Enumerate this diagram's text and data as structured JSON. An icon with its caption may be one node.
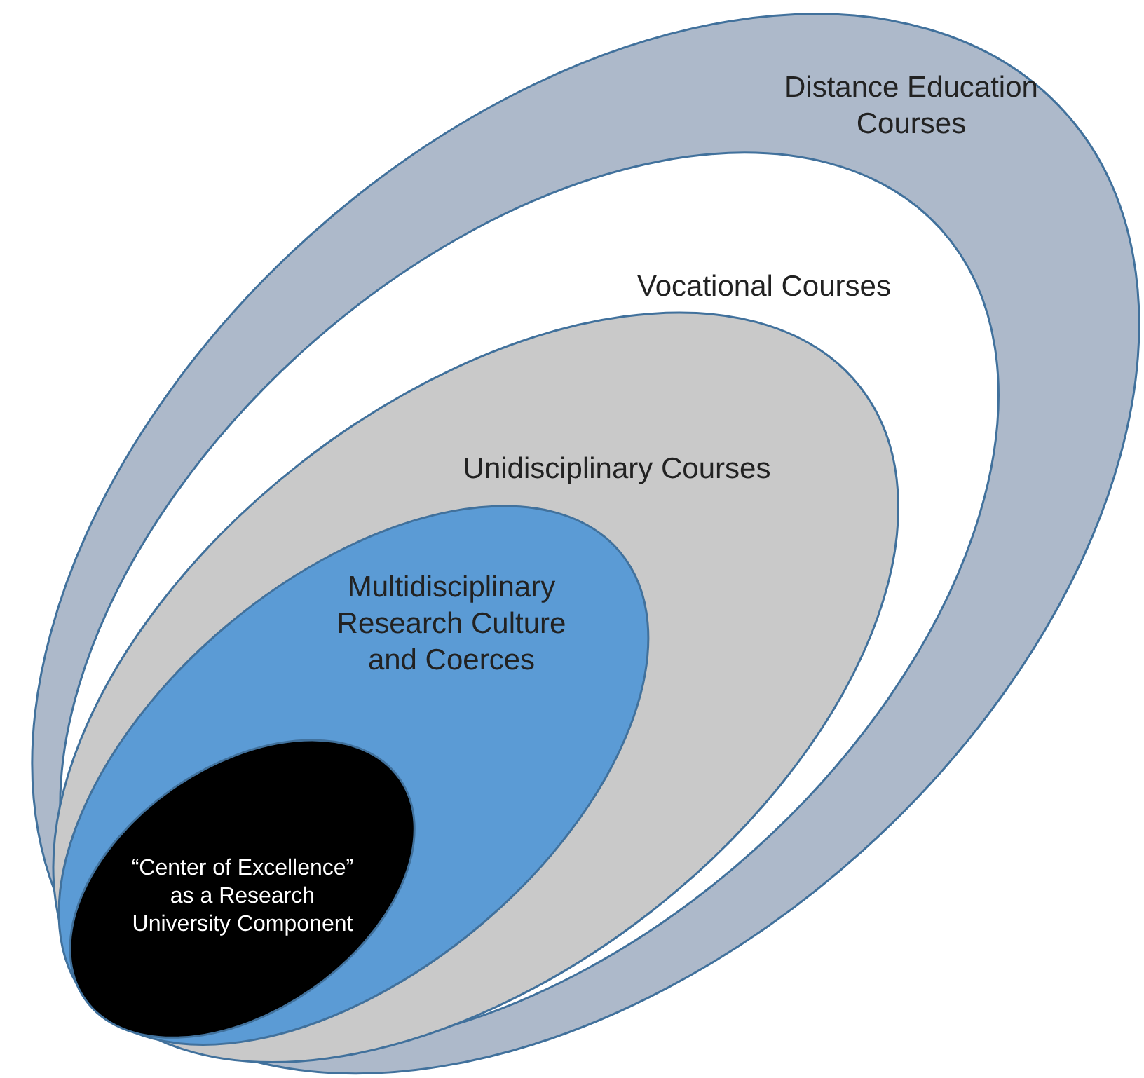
{
  "diagram": {
    "nodes": [
      {
        "text": [
          "Distance Education Courses"
        ]
      },
      {
        "text": [
          "Vocational Courses"
        ],
        "in": 0
      },
      {
        "text": [
          "Unidisciplinary Courses"
        ],
        "in": 1
      },
      {
        "text": [
          "Multidisciplinary Research Culture and Coerces"
        ],
        "in": 2
      },
      {
        "text": [
          "“Center of Excellence” as a Research University Component"
        ],
        "in": 3
      }
    ]
  }
}
